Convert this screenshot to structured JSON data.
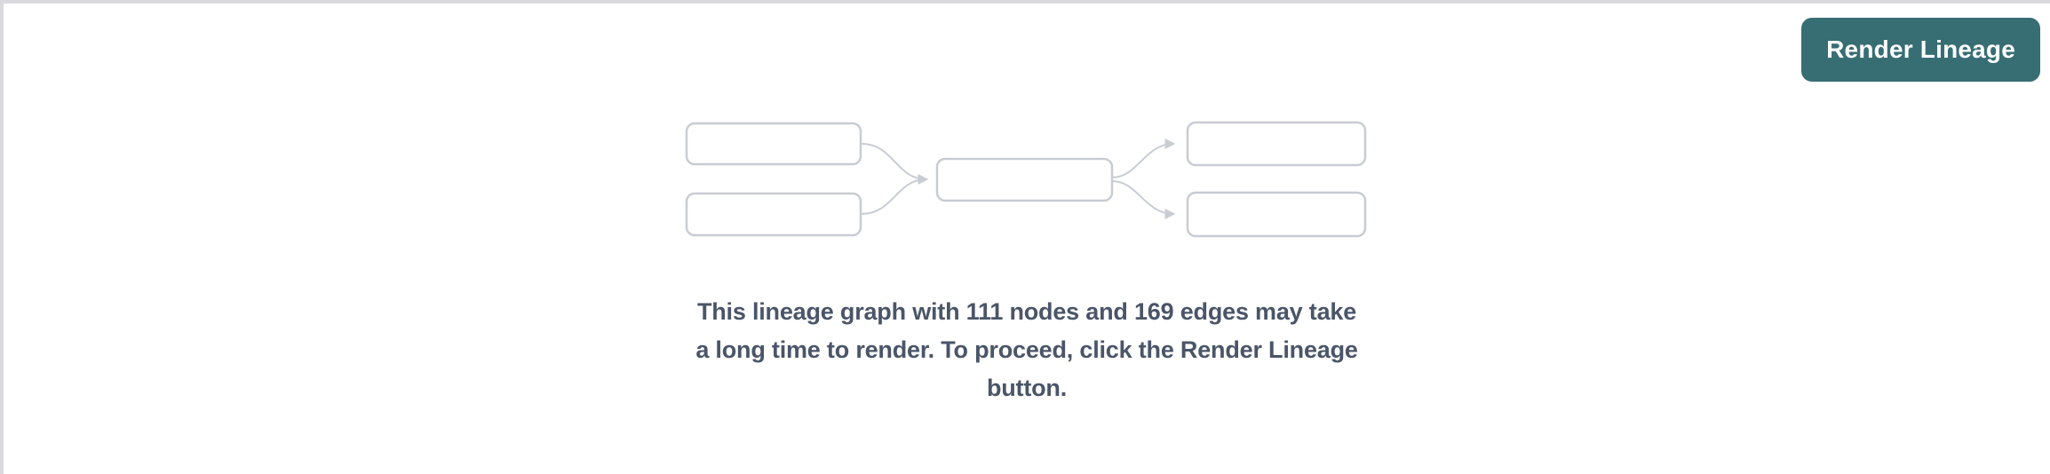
{
  "page": {
    "background_color": "#ffffff",
    "frame_border_color": "#d9d9de"
  },
  "toolbar": {
    "render_lineage_label": "Render Lineage",
    "button_color": "#376e73",
    "button_text_color": "#ffffff"
  },
  "empty_state": {
    "graphic": {
      "name": "lineage-placeholder-graphic",
      "node_fill_color": "#ffffff",
      "stroke_color": "#c8ccd4",
      "node_count_in_graphic": 5,
      "edge_count_in_graphic": 4
    },
    "message_lines": [
      "This lineage graph with 111 nodes and 169 edges may take",
      "a long time to render. To proceed, click the Render Lineage",
      "button."
    ],
    "message_full": "This lineage graph with 111 nodes and 169 edges may take a long time to render. To proceed, click the Render Lineage button.",
    "node_count": 111,
    "edge_count": 169,
    "text_color": "#4a5568"
  }
}
